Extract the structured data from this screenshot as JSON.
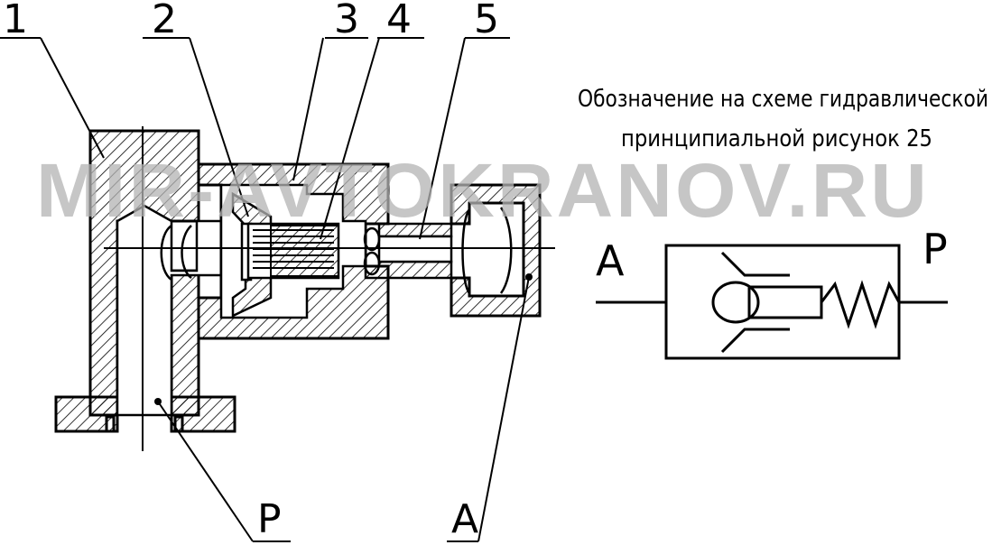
{
  "drawing": {
    "callouts": [
      "1",
      "2",
      "3",
      "4",
      "5"
    ],
    "port_p": "P",
    "port_a": "A"
  },
  "schematic": {
    "caption_line1": "Обозначение на схеме гидравлической",
    "caption_line2": "принципиальной рисунок 25",
    "port_left": "A",
    "port_right": "P"
  },
  "watermark": "MIR-AVTOKRANOV.RU"
}
